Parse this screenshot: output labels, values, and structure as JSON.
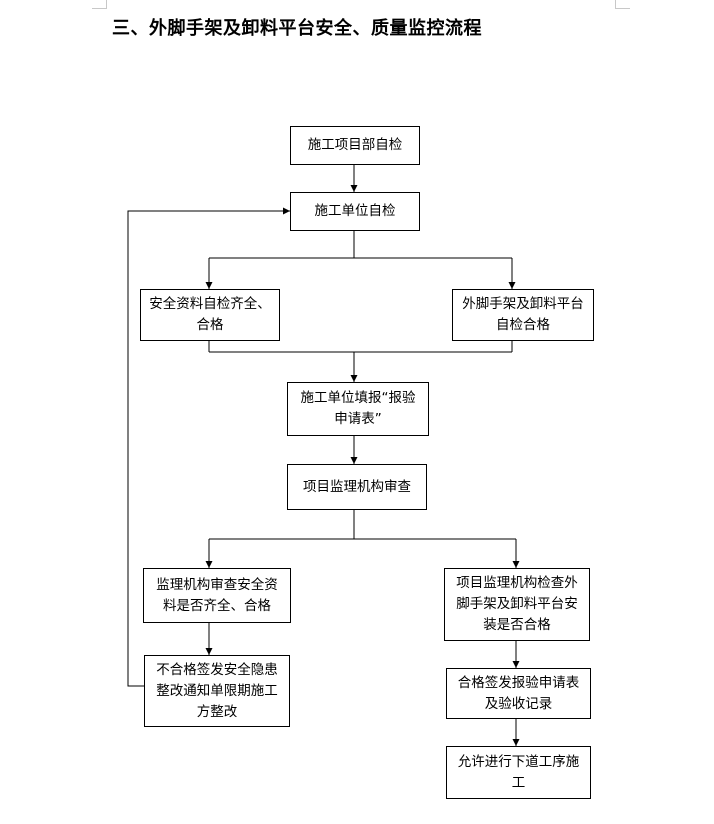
{
  "title": "三、外脚手架及卸料平台安全、质量监控流程",
  "nodes": {
    "n1": "施工项目部自检",
    "n2": "施工单位自检",
    "n3": "安全资料自检齐全、合格",
    "n4": "外脚手架及卸料平台自检合格",
    "n5": "施工单位填报“报验申请表”",
    "n6": "项目监理机构审查",
    "n7": "监理机构审查安全资料是否齐全、合格",
    "n8": "项目监理机构检查外脚手架及卸料平台安装是否合格",
    "n9": "不合格签发安全隐患整改通知单限期施工方整改",
    "n10": "合格签发报验申请表及验收记录",
    "n11": "允许进行下道工序施工"
  }
}
